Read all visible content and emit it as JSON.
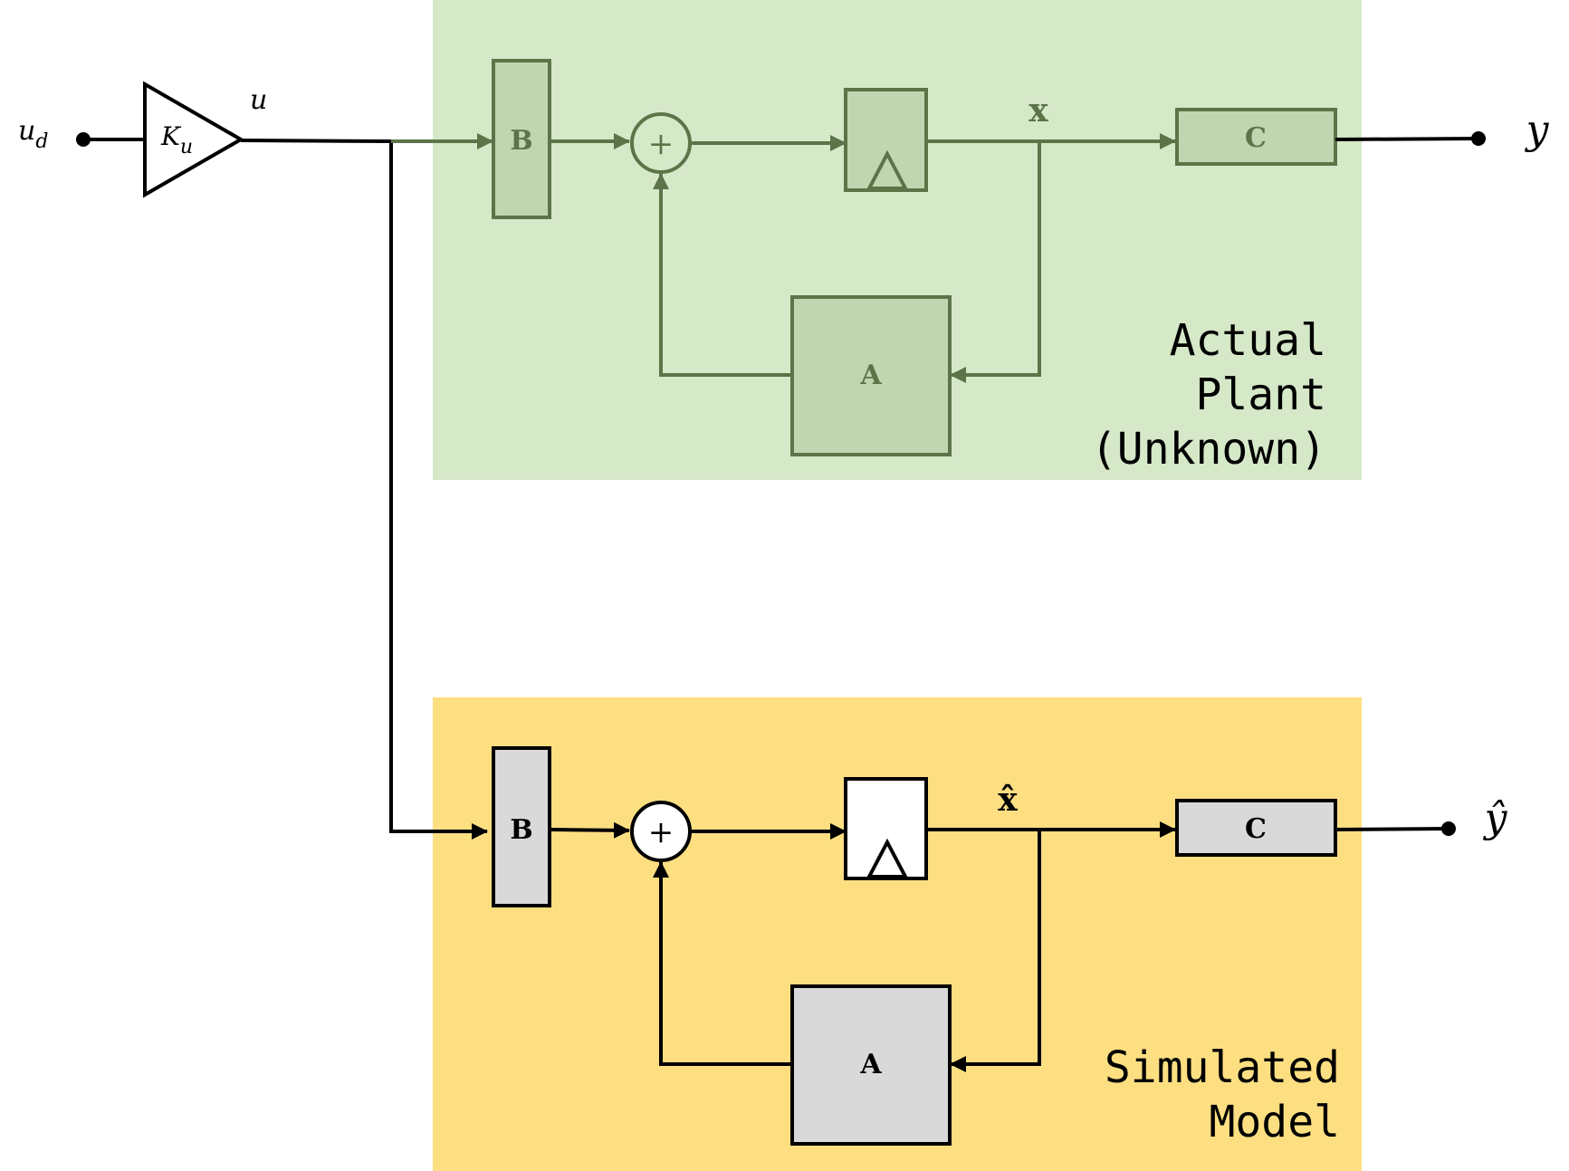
{
  "colors": {
    "plant_bg": "#d5e8c8",
    "plant_line": "#5b7448",
    "plant_block": "#c0d6b0",
    "model_bg": "#fddf82",
    "model_line": "#000000",
    "model_block": "#d9d9d9",
    "integrator_fill": "#ffffff"
  },
  "input": {
    "ud": "u",
    "ud_sub": "d",
    "gain": "K",
    "gain_sub": "u",
    "u": "u"
  },
  "plant": {
    "title_lines": [
      "Actual",
      "Plant",
      "(Unknown)"
    ],
    "b_label": "B",
    "a_label": "A",
    "c_label": "C",
    "sum_symbol": "+",
    "state_label": "x",
    "output_label": "y"
  },
  "model": {
    "title_lines": [
      "Simulated",
      "Model"
    ],
    "b_label": "B",
    "a_label": "A",
    "c_label": "C",
    "sum_symbol": "+",
    "state_label": "x̂",
    "output_label": "ŷ"
  }
}
